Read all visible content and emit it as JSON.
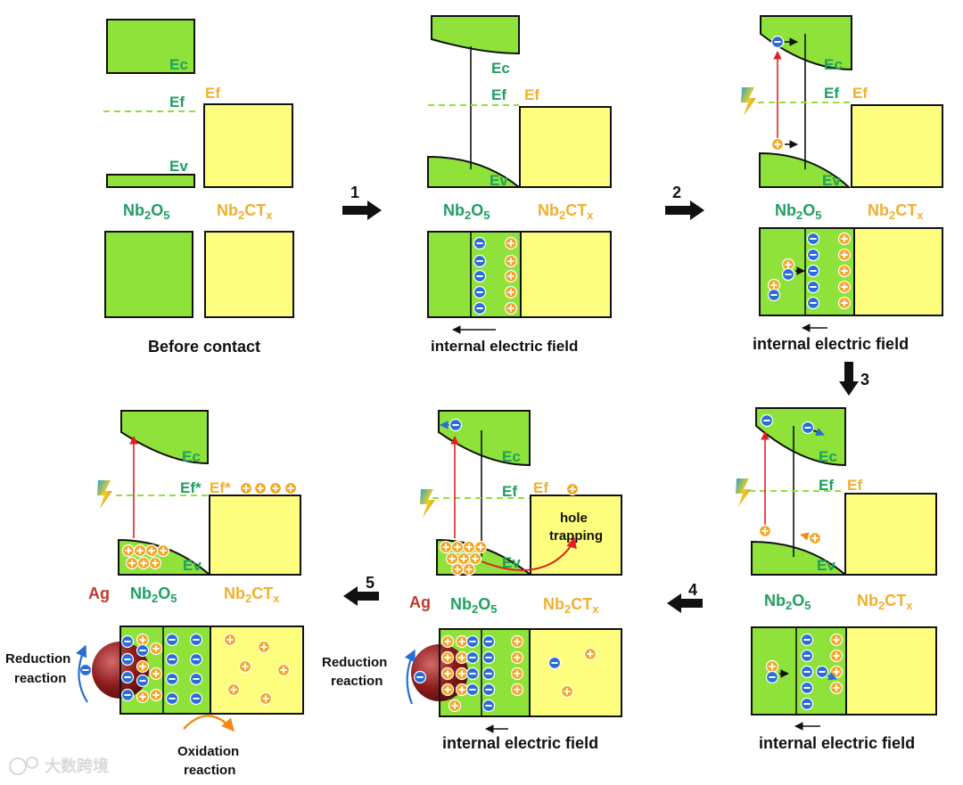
{
  "labels": {
    "ec": "Ec",
    "ef": "Ef",
    "ev": "Ev",
    "ef_star": "Ef*",
    "nb2o5": {
      "base": "Nb",
      "s1": "2",
      "mid": "O",
      "s2": "5"
    },
    "nb2ctx": {
      "base": "Nb",
      "s1": "2",
      "mid": "CT",
      "s2": "x"
    },
    "ag": "Ag",
    "before_contact": "Before contact",
    "internal_field": "internal electric field",
    "hole_trapping": [
      "hole",
      "trapping"
    ],
    "reduction": [
      "Reduction",
      "reaction"
    ],
    "oxidation": [
      "Oxidation",
      "reaction"
    ],
    "watermark": "大数跨境"
  },
  "steps": [
    "1",
    "2",
    "3",
    "4",
    "5"
  ],
  "colors": {
    "semiconductor": "#8ee23a",
    "mxene": "#fdfd7e",
    "label_green": "#1ea060",
    "label_yellow": "#f0b030",
    "electron": "#2a6dd6",
    "hole": "#f5a623",
    "silver": "#8b1c1c"
  }
}
